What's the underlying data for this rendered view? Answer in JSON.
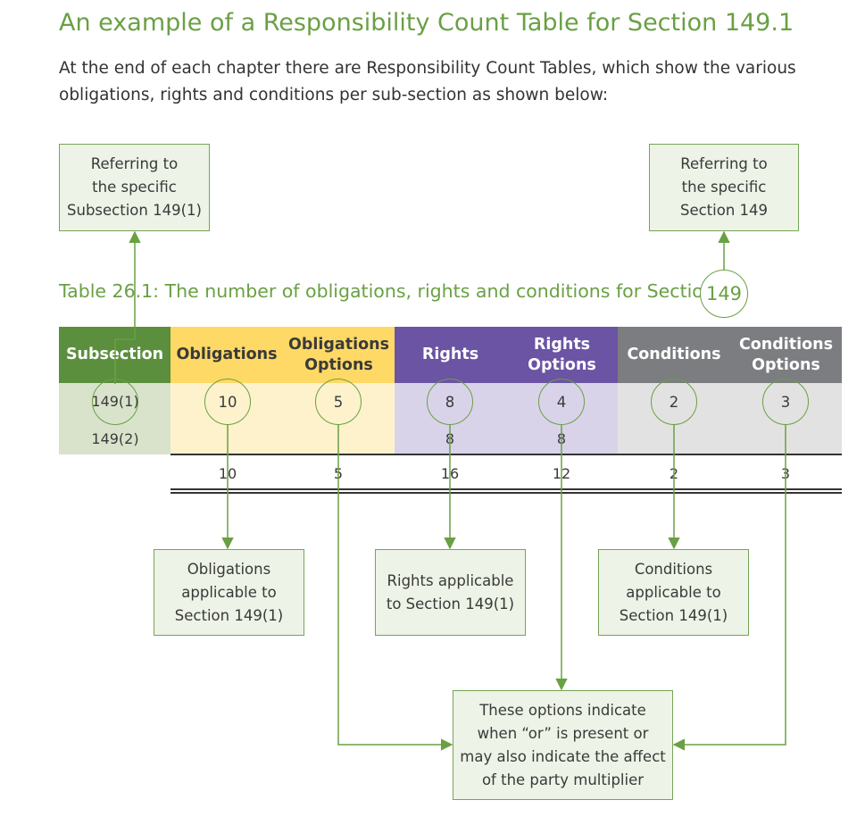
{
  "heading": "An example of a Responsibility Count Table for Section 149.1",
  "intro": "At the end of each chapter there are Responsibility Count Tables, which show the various obligations, rights and conditions per sub-section as shown below:",
  "callouts": {
    "subsection_ref": "Referring to\nthe specific\nSubsection 149(1)",
    "section_ref": "Referring to\nthe specific\nSection 149",
    "obligations": "Obligations\napplicable to\nSection 149(1)",
    "rights": "Rights applicable\nto Section 149(1)",
    "conditions": "Conditions\napplicable to\nSection 149(1)",
    "options": "These options indicate\nwhen “or” is present or\nmay also indicate the affect\nof the party multiplier"
  },
  "table": {
    "title": "Table 26.1: The number of obligations, rights and conditions for Section",
    "section_number": "149",
    "headers": [
      "Subsection",
      "Obligations",
      "Obligations\nOptions",
      "Rights",
      "Rights\nOptions",
      "Conditions",
      "Conditions\nOptions"
    ],
    "rows": [
      [
        "149(1)",
        "10",
        "5",
        "8",
        "4",
        "2",
        "3"
      ],
      [
        "149(2)",
        "",
        "",
        "8",
        "8",
        "",
        ""
      ]
    ],
    "totals": [
      "",
      "10",
      "5",
      "16",
      "12",
      "2",
      "3"
    ]
  },
  "colors": {
    "accent_green": "#6aa044",
    "subsection_header": "#5b8f3e",
    "subsection_body": "#d9e3cc",
    "obligations_header": "#fed966",
    "obligations_body": "#fdf2cc",
    "rights_header": "#6b54a3",
    "rights_body": "#d9d3ea",
    "conditions_header": "#7b7d80",
    "conditions_body": "#e2e2e2"
  }
}
